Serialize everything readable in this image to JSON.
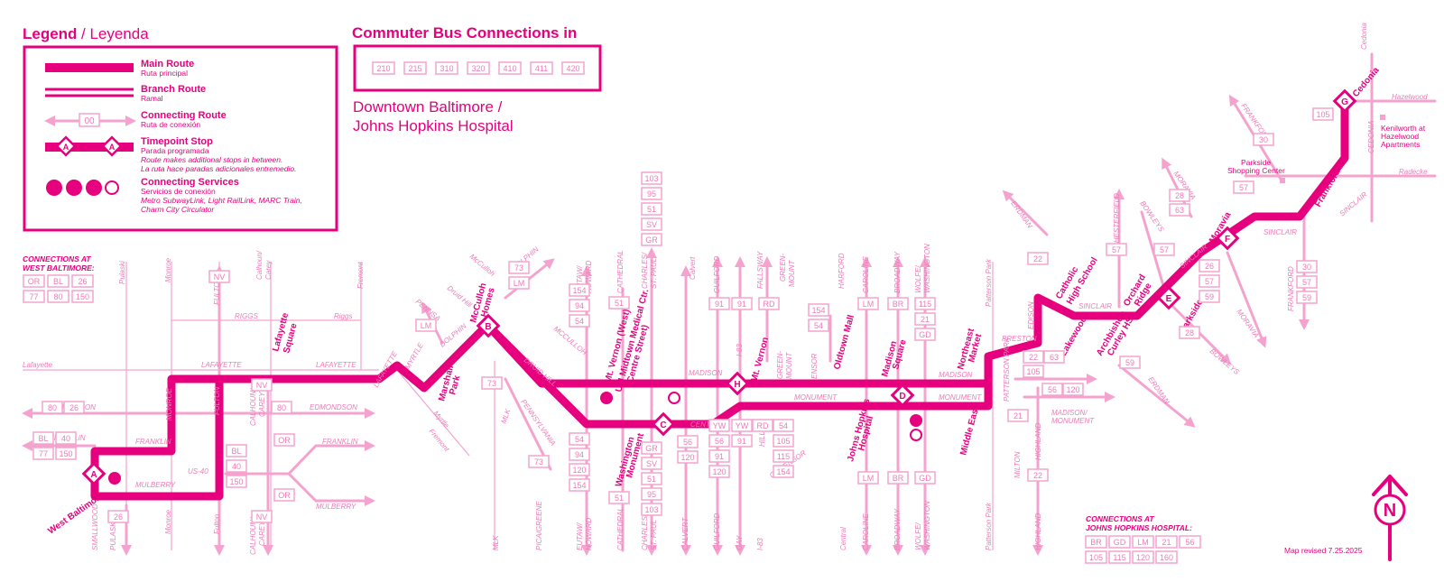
{
  "colors": {
    "main": "#e6007e",
    "light": "#f4a3cf",
    "text_light": "#f07ab8"
  },
  "legend": {
    "title": "Legend",
    "title_es": "/ Leyenda",
    "items": [
      {
        "label": "Main Route",
        "label_es": "Ruta principal"
      },
      {
        "label": "Branch Route",
        "label_es": "Ramal"
      },
      {
        "label": "Connecting Route",
        "label_es": "Ruta de conexión",
        "sample_route": "00"
      },
      {
        "label": "Timepoint Stop",
        "label_es": "Parada programada",
        "note1": "Route makes additional stops in between.",
        "note2": "La ruta hace paradas adicionales entremedio.",
        "sample_a": "A"
      },
      {
        "label": "Connecting Services",
        "label_es": "Servicios de conexión",
        "note1": "Metro SubwayLink, Light RailLink, MARC Train,",
        "note2": "Charm City Circulator"
      }
    ]
  },
  "commuter": {
    "title": "Commuter Bus Connections in",
    "routes": [
      "210",
      "215",
      "310",
      "320",
      "410",
      "411",
      "420"
    ],
    "subtitle1": "Downtown Baltimore /",
    "subtitle2": "Johns Hopkins Hospital"
  },
  "conn_west": {
    "title1": "CONNECTIONS AT",
    "title2": "WEST BALTIMORE:",
    "routes": [
      "OR",
      "BL",
      "26",
      "77",
      "80",
      "150"
    ]
  },
  "conn_jhh": {
    "title1": "CONNECTIONS AT",
    "title2": "JOHNS HOPKINS HOSPITAL:",
    "routes": [
      "BR",
      "GD",
      "LM",
      "21",
      "56",
      "105",
      "115",
      "120",
      "160"
    ]
  },
  "timepoints": [
    {
      "letter": "A",
      "name": "West Baltimore"
    },
    {
      "letter": "B",
      "name": "McCulloh Homes"
    },
    {
      "letter": "C",
      "name": "Washington Monument"
    },
    {
      "letter": "D",
      "name": "Madison Square"
    },
    {
      "letter": "E",
      "name": "Parkside"
    },
    {
      "letter": "F",
      "name": "Moravia"
    },
    {
      "letter": "G",
      "name": "Cedonia"
    },
    {
      "letter": "H",
      "name": "Mt. Vernon"
    }
  ],
  "places": {
    "lafayette_sq1": "Lafayette",
    "lafayette_sq2": "Square",
    "marshall1": "Marshall",
    "marshall2": "Park",
    "mcculloh1": "McCulloh",
    "mcculloh2": "Homes",
    "um1": "Mt. Vernon (West)",
    "um2": "UM Midtown Medical Ctr.",
    "um3": "(Centre Street)",
    "wash1": "Washington",
    "wash2": "Monument",
    "oldtown": "Oldtown Mall",
    "madison1": "Madison",
    "madison2": "Square",
    "jhh1": "Johns Hopkins",
    "jhh2": "Hospital",
    "ne1": "Northeast",
    "ne2": "Market",
    "middle": "Middle East",
    "catholic1": "Catholic",
    "catholic2": "High School",
    "lakewood": "Lakewood",
    "arch1": "Archbishop",
    "arch2": "Curley HS",
    "orchard1": "Orchard",
    "orchard2": "Ridge",
    "parkside": "Parkside",
    "moravia": "Moravia",
    "frankford": "Frankford",
    "cedonia": "Cedonia",
    "mtvernon": "Mt. Vernon",
    "westbalt": "West Baltimore",
    "psc1": "Parkside",
    "psc2": "Shopping Center",
    "ken1": "Kenilworth at",
    "ken2": "Hazelwood",
    "ken3": "Apartments"
  },
  "streets": {
    "lafayette": "Lafayette",
    "lafayette_caps": "LAFAYETTE",
    "riggs": "Riggs",
    "riggs_caps": "RIGGS",
    "edmondson": "EDMONDSON",
    "franklin": "FRANKLIN",
    "mulberry": "MULBERRY",
    "us40": "US-40",
    "pulaski": "Pulaski",
    "monroe": "Monroe",
    "fulton": "Fulton",
    "fremont": "Fremont",
    "calhoun": "Calhoun/",
    "carey": "Carey",
    "calhoun_caps": "CALHOUN/",
    "carey_caps": "CAREY",
    "fulton_caps": "FULTON",
    "monroe_caps": "MONROE",
    "smallwood": "SMALLWOOD",
    "pulaski_caps": "PULASKI",
    "myrtle_caps": "MYRTLE",
    "myrtle": "Myrtle",
    "pennsa": "PENNSA",
    "dolphin": "DOLPHIN",
    "druidhill": "Druid Hill",
    "druidhill_caps": "DRUID HILL",
    "mcculloh_st": "McCulloh",
    "mcculloh_caps": "MCCULLOH",
    "pennsylvania": "PENNSYLVANIA",
    "mlk": "MLK",
    "pwa": "PICA/GREENE",
    "eutaw1": "EUTAW/",
    "eutaw2": "HOWARD",
    "cathedral": "CATHEDRAL",
    "charles1": "CHARLES/",
    "charles2": "ST. PAUL",
    "calvert": "Calvert",
    "calvert_caps": "CALVERT",
    "guilford": "GUILFORD",
    "i83": "I-83",
    "fallsway": "FALLSWAY",
    "green1": "GREEN-",
    "green2": "MOUNT",
    "harford": "HARFORD",
    "ensor": "ENSOR",
    "caroline": "CAROLINE",
    "broadway": "BROADWAY",
    "wolfe1": "WOLFE/",
    "wolfe2": "WASHINGTON",
    "patterson": "Patterson Park",
    "patterson_caps": "PATTERSON PARK",
    "hillen": "HILLEN",
    "gay": "GAY",
    "gaysor": "GAY/ENSOR",
    "central": "Central",
    "madison": "MADISON",
    "monument": "MONUMENT",
    "centre": "CENTRE",
    "madmon1": "MADISON/",
    "madmon2": "MONUMENT",
    "preston": "PRESTON",
    "edison": "EDISON",
    "erdman": "ERDMAN",
    "sinclair": "SINCLAIR",
    "bowleys": "BOWLEYS",
    "moravia_caps": "MORAVIA",
    "frankford_caps": "FRANKFORD",
    "chesterfield": "CHESTERFIELD",
    "milton": "MILTON",
    "highland": "HIGHLAND",
    "hazelwood": "Hazelwood",
    "radecke": "Radecke",
    "cedonia_caps": "CEDONIA",
    "cedonia": "Cedonia"
  },
  "revised": "Map revised 7.25.2025",
  "north": "N"
}
